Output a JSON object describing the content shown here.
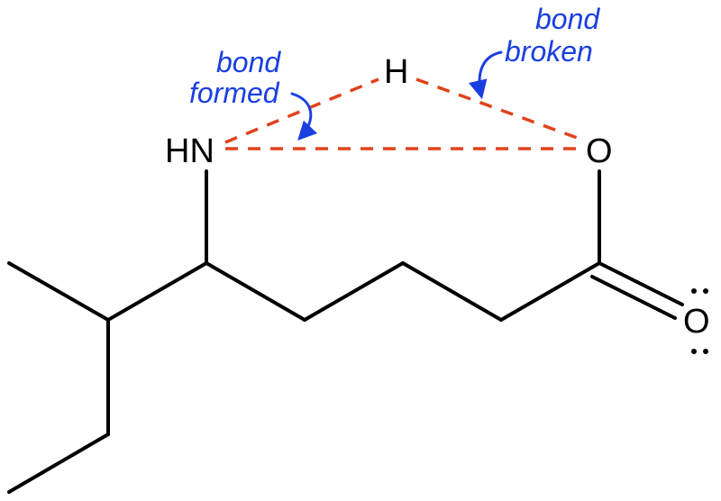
{
  "atoms": {
    "amine": "HN",
    "hydrogen": "H",
    "hydroxyl_oxygen": "O",
    "carbonyl_oxygen": "O"
  },
  "annotations": {
    "formed_line1": "bond",
    "formed_line2": "formed",
    "broken_line1": "bond",
    "broken_line2": "broken"
  },
  "colors": {
    "annotation": "#1a3fe0",
    "dashed_bond": "#e0431c",
    "bond": "#000000"
  }
}
